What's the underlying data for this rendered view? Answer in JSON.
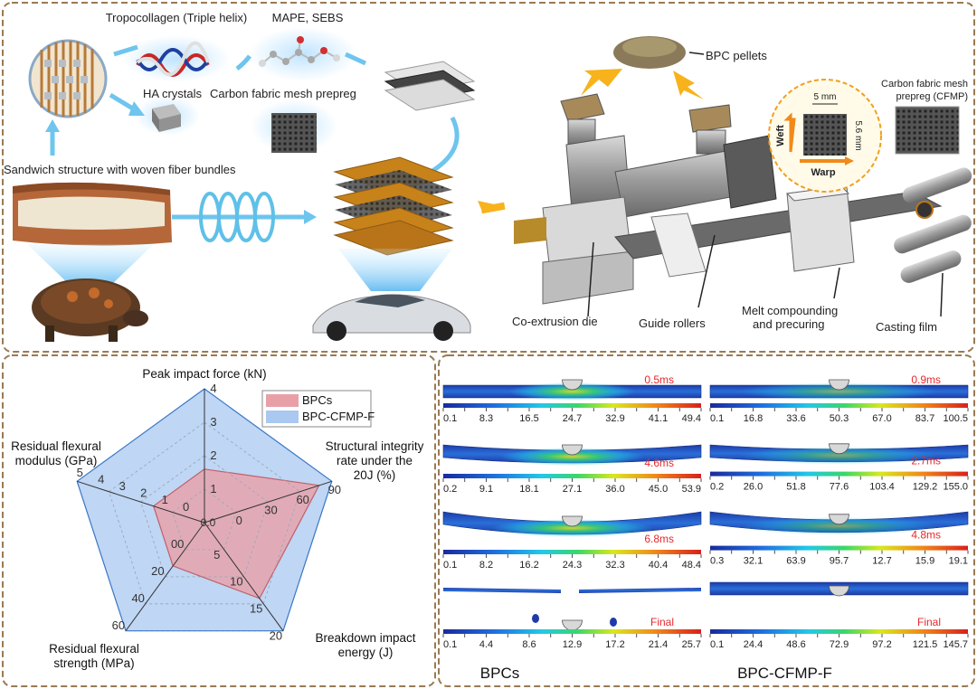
{
  "top_panel": {
    "labels": {
      "tropocollagen": "Tropocollagen (Triple helix)",
      "mape": "MAPE, SEBS",
      "ha": "HA crystals",
      "cfmp_prepreg": "Carbon fabric mesh prepreg",
      "sandwich": "Sandwich structure with woven fiber bundles",
      "bpc_pellets": "BPC pellets",
      "cfmp_line1": "Carbon fabric mesh",
      "cfmp_line2": "prepreg (CFMP)",
      "mesh_5mm": "5 mm",
      "mesh_56mm": "5.6 mm",
      "weft": "Weft",
      "warp": "Warp",
      "coextrusion": "Co-extrusion die",
      "guide": "Guide rollers",
      "melt1": "Melt compounding",
      "melt2": "and precuring",
      "casting": "Casting film"
    }
  },
  "chart_data": {
    "type": "radar",
    "axes": [
      {
        "label_lines": [
          "Peak impact force (kN)"
        ],
        "ticks": [
          "1",
          "2",
          "3",
          "4"
        ]
      },
      {
        "label_lines": [
          "Structural integrity",
          "rate under the",
          "20J (%)"
        ],
        "ticks": [
          "0",
          "30",
          "60",
          "90"
        ]
      },
      {
        "label_lines": [
          "Breakdown impact",
          "energy (J)"
        ],
        "ticks": [
          "5",
          "10",
          "15",
          "20"
        ]
      },
      {
        "label_lines": [
          "Residual flexural",
          "strength (MPa)"
        ],
        "ticks": [
          "00",
          "20",
          "40",
          "60"
        ]
      },
      {
        "label_lines": [
          "Residual flexural",
          "modulus (GPa)"
        ],
        "ticks": [
          "0",
          "1",
          "2",
          "3",
          "4",
          "5"
        ]
      }
    ],
    "center_tick": "0.0",
    "series": [
      {
        "name": "BPCs",
        "color": "#e8a0a8",
        "values": [
          0.4,
          0.9,
          0.7,
          0.4,
          0.4
        ]
      },
      {
        "name": "BPC-CFMP-F",
        "color": "#aac8f0",
        "values": [
          1.0,
          1.0,
          1.0,
          1.0,
          1.0
        ]
      }
    ]
  },
  "sim_panel": {
    "columns": [
      {
        "label": "BPCs",
        "rows": [
          {
            "time": "0.5ms",
            "ticks": [
              "0.1",
              "8.3",
              "16.5",
              "24.7",
              "32.9",
              "41.1",
              "49.4"
            ]
          },
          {
            "time": "4.6ms",
            "ticks": [
              "0.2",
              "9.1",
              "18.1",
              "27.1",
              "36.0",
              "45.0",
              "53.9"
            ]
          },
          {
            "time": "6.8ms",
            "ticks": [
              "0.1",
              "8.2",
              "16.2",
              "24.3",
              "32.3",
              "40.4",
              "48.4"
            ]
          },
          {
            "time": "Final",
            "ticks": [
              "0.1",
              "4.4",
              "8.6",
              "12.9",
              "17.2",
              "21.4",
              "25.7"
            ]
          }
        ]
      },
      {
        "label": "BPC-CFMP-F",
        "rows": [
          {
            "time": "0.9ms",
            "ticks": [
              "0.1",
              "16.8",
              "33.6",
              "50.3",
              "67.0",
              "83.7",
              "100.5"
            ]
          },
          {
            "time": "2.7ms",
            "ticks": [
              "0.2",
              "26.0",
              "51.8",
              "77.6",
              "103.4",
              "129.2",
              "155.0"
            ]
          },
          {
            "time": "4.8ms",
            "ticks": [
              "0.3",
              "32.1",
              "63.9",
              "95.7",
              "12.7",
              "15.9",
              "19.1"
            ]
          },
          {
            "time": "Final",
            "ticks": [
              "0.1",
              "24.4",
              "48.6",
              "72.9",
              "97.2",
              "121.5",
              "145.7"
            ]
          }
        ]
      }
    ]
  },
  "colors": {
    "frame": "#9a7a52",
    "time_label": "#e8282c"
  }
}
